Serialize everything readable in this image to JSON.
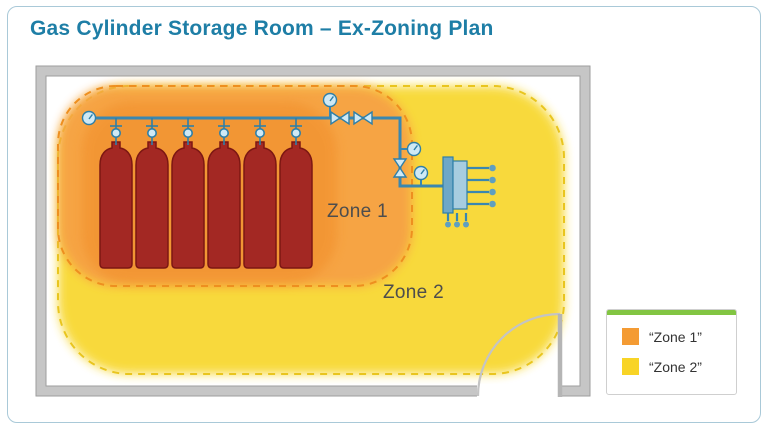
{
  "title": "Gas Cylinder Storage Room – Ex-Zoning Plan",
  "diagram": {
    "zone1_label": "Zone 1",
    "zone2_label": "Zone 2"
  },
  "legend": {
    "accent_color": "#82c542",
    "items": [
      {
        "label": "“Zone 1”",
        "color": "#f49b33"
      },
      {
        "label": "“Zone 2”",
        "color": "#f8d426"
      }
    ]
  },
  "colors": {
    "title_text": "#1e7ea6",
    "zone1_fill": "#f6a344",
    "zone1_core_fill": "#f08a28",
    "zone1_border": "#ee8f1f",
    "zone2_fill": "#f8d832",
    "zone2_border": "#e9c51e",
    "cylinder": "#a32823",
    "cylinder_outline": "#7c1713",
    "pipe": "#3a87b0",
    "fitting_fill": "#cfe9f5",
    "label_text": "#4d4d4d",
    "wall": "#c6c6c6"
  }
}
